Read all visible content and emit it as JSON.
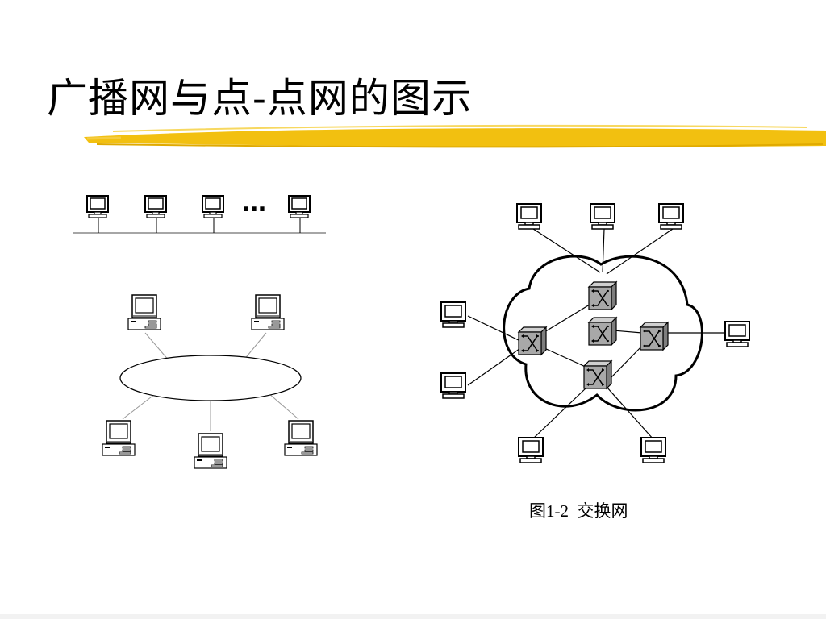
{
  "slide": {
    "title": "广播网与点-点网的图示"
  },
  "bus_network": {
    "ellipsis": "…",
    "computers": [
      "bus-computer-1",
      "bus-computer-2",
      "bus-computer-3",
      "bus-computer-4"
    ]
  },
  "ring_network": {
    "computers": [
      "ring-computer-1",
      "ring-computer-2",
      "ring-computer-3",
      "ring-computer-4",
      "ring-computer-5"
    ]
  },
  "switched_network": {
    "caption": "图1-2  交换网",
    "switches": [
      "switch-left",
      "switch-top",
      "switch-middle",
      "switch-right",
      "switch-bottom"
    ],
    "computers": [
      "host-top-1",
      "host-top-2",
      "host-top-3",
      "host-left-1",
      "host-left-2",
      "host-right",
      "host-bottom-1",
      "host-bottom-2"
    ]
  },
  "colors": {
    "highlight_stroke": "#f2c010",
    "switch_fill": "#a8a8a8",
    "line": "#000000",
    "bus_line": "#888888"
  }
}
